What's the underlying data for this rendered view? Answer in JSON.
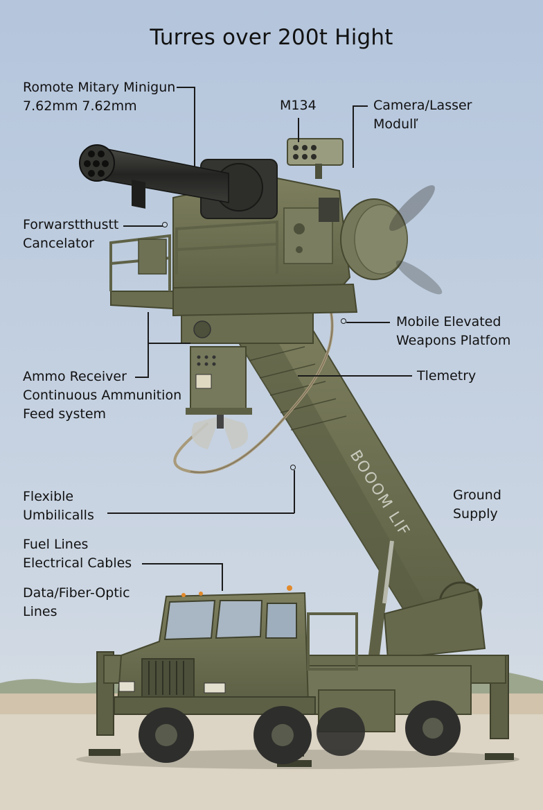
{
  "title": "Turres over 200t Hight",
  "labels": {
    "minigun": [
      "Romote Mitary Minigun",
      "7.62mm  7.62mm"
    ],
    "m134": [
      "M134"
    ],
    "camera": [
      "Camera/Lasser",
      "Modulľ"
    ],
    "forward": [
      "Forwarstthustt",
      "Cancelator"
    ],
    "mobile": [
      "Mobile Elevated",
      "Weapons Platfom"
    ],
    "telemetry": [
      "Tlemetry"
    ],
    "ammo": [
      "Ammo Receiver",
      "Continuous Ammunition",
      "Feed system"
    ],
    "flexible": [
      "Flexible",
      "Umbilicalls"
    ],
    "ground": [
      "Ground",
      "Supply"
    ],
    "fuel": [
      "Fuel Lines",
      "Electrical Cables"
    ],
    "data": [
      "Data/Fiber-Optic",
      "Lines"
    ]
  },
  "boom_text": "BOOOM LIF",
  "colors": {
    "sky_top": "#b6c6dc",
    "sky_bottom": "#d6dde4",
    "ground": "#ddd5c6",
    "olive": "#6f7254",
    "olive_dark": "#4f5238",
    "olive_light": "#8a8c6a",
    "gun": "#2a2b28",
    "tire": "#2e2e2c"
  }
}
